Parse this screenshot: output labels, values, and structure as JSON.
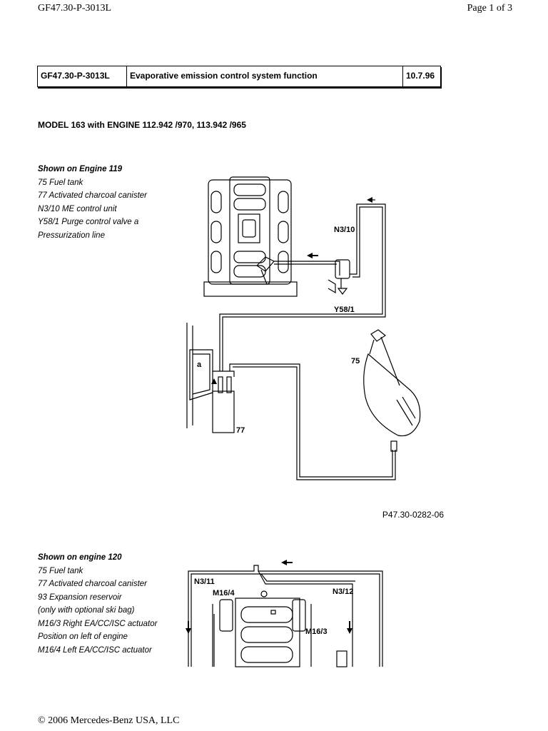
{
  "header": {
    "doc_code": "GF47.30-P-3013L",
    "page": "Page 1 of 3"
  },
  "title_row": {
    "code": "GF47.30-P-3013L",
    "title": "Evaporative emission control system function",
    "date": "10.7.96"
  },
  "model_line": "MODEL  163 with ENGINE 112.942 /970, 113.942 /965",
  "section1": {
    "heading": "Shown on Engine 119",
    "items": [
      "75 Fuel tank",
      "77 Activated charcoal canister",
      "N3/10 ME control unit",
      "Y58/1 Purge control valve a",
      "Pressurization line"
    ],
    "labels": {
      "n3_10": "N3/10",
      "y58_1": "Y58/1",
      "tank": "75",
      "canister": "77",
      "a": "a"
    },
    "figure_ref": "P47.30-0282-06"
  },
  "section2": {
    "heading": "Shown on engine 120",
    "items": [
      "75 Fuel tank",
      "77 Activated charcoal canister",
      "93 Expansion reservoir",
      "(only with optional ski bag)",
      "M16/3 Right EA/CC/ISC actuator",
      "Position on left of engine",
      "M16/4 Left EA/CC/ISC actuator"
    ],
    "labels": {
      "n3_11": "N3/11",
      "m16_4": "M16/4",
      "n3_12": "N3/12",
      "m16_3": "M16/3"
    }
  },
  "footer": "© 2006 Mercedes-Benz USA, LLC"
}
